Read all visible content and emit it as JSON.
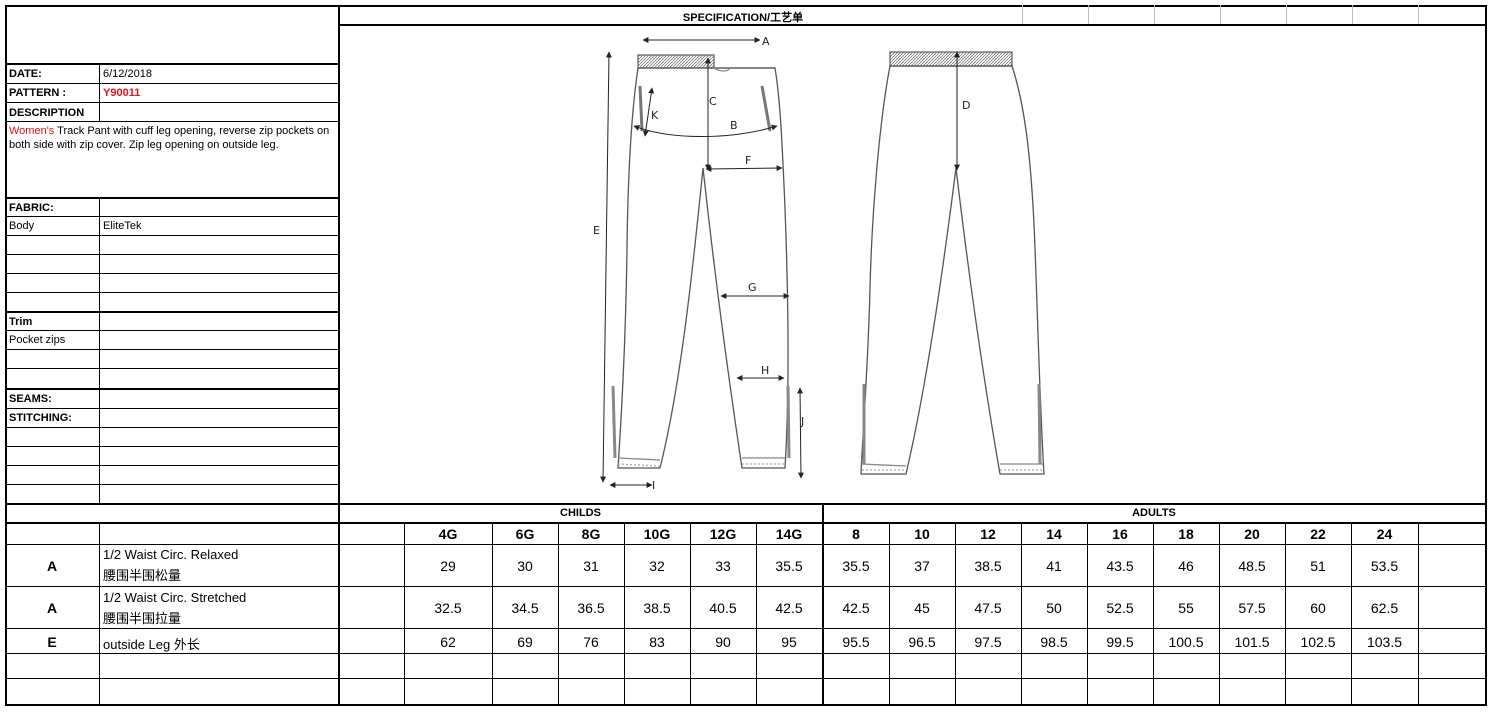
{
  "spec_title": "SPECIFICATION/工艺单",
  "info": {
    "date_label": "DATE:",
    "date_value": "6/12/2018",
    "pattern_label": "PATTERN :",
    "pattern_value": "Y90011",
    "description_label": "DESCRIPTION",
    "description_highlight": "Women's",
    "description_rest": " Track Pant with cuff leg opening,   reverse zip pockets on both side with zip cover. Zip leg opening on outside leg.",
    "fabric_label": "FABRIC:",
    "fabric_part": "Body",
    "fabric_value": "EliteTek",
    "trim_label": "Trim",
    "trim_item": "Pocket zips",
    "seams_label": "SEAMS:",
    "stitching_label": "STITCHING:"
  },
  "sketch_labels": {
    "a": "A",
    "b": "B",
    "c": "C",
    "d": "D",
    "e": "E",
    "f": "F",
    "g": "G",
    "h": "H",
    "i": "I",
    "j": "J",
    "k": "K"
  },
  "size_groups": {
    "childs": "CHILDS",
    "adults": "ADULTS"
  },
  "sizes": [
    "4G",
    "6G",
    "8G",
    "10G",
    "12G",
    "14G",
    "8",
    "10",
    "12",
    "14",
    "16",
    "18",
    "20",
    "22",
    "24"
  ],
  "rows": [
    {
      "point": "A",
      "desc1": "1/2 Waist Circ. Relaxed",
      "desc2": "腰围半围松量",
      "values": [
        "29",
        "30",
        "31",
        "32",
        "33",
        "35.5",
        "35.5",
        "37",
        "38.5",
        "41",
        "43.5",
        "46",
        "48.5",
        "51",
        "53.5"
      ]
    },
    {
      "point": "A",
      "desc1": "1/2 Waist Circ. Stretched",
      "desc2": "腰围半围拉量",
      "values": [
        "32.5",
        "34.5",
        "36.5",
        "38.5",
        "40.5",
        "42.5",
        "42.5",
        "45",
        "47.5",
        "50",
        "52.5",
        "55",
        "57.5",
        "60",
        "62.5"
      ]
    },
    {
      "point": "E",
      "desc1": "outside Leg 外长",
      "desc2": "",
      "values": [
        "62",
        "69",
        "76",
        "83",
        "90",
        "95",
        "95.5",
        "96.5",
        "97.5",
        "98.5",
        "99.5",
        "100.5",
        "101.5",
        "102.5",
        "103.5"
      ]
    }
  ]
}
